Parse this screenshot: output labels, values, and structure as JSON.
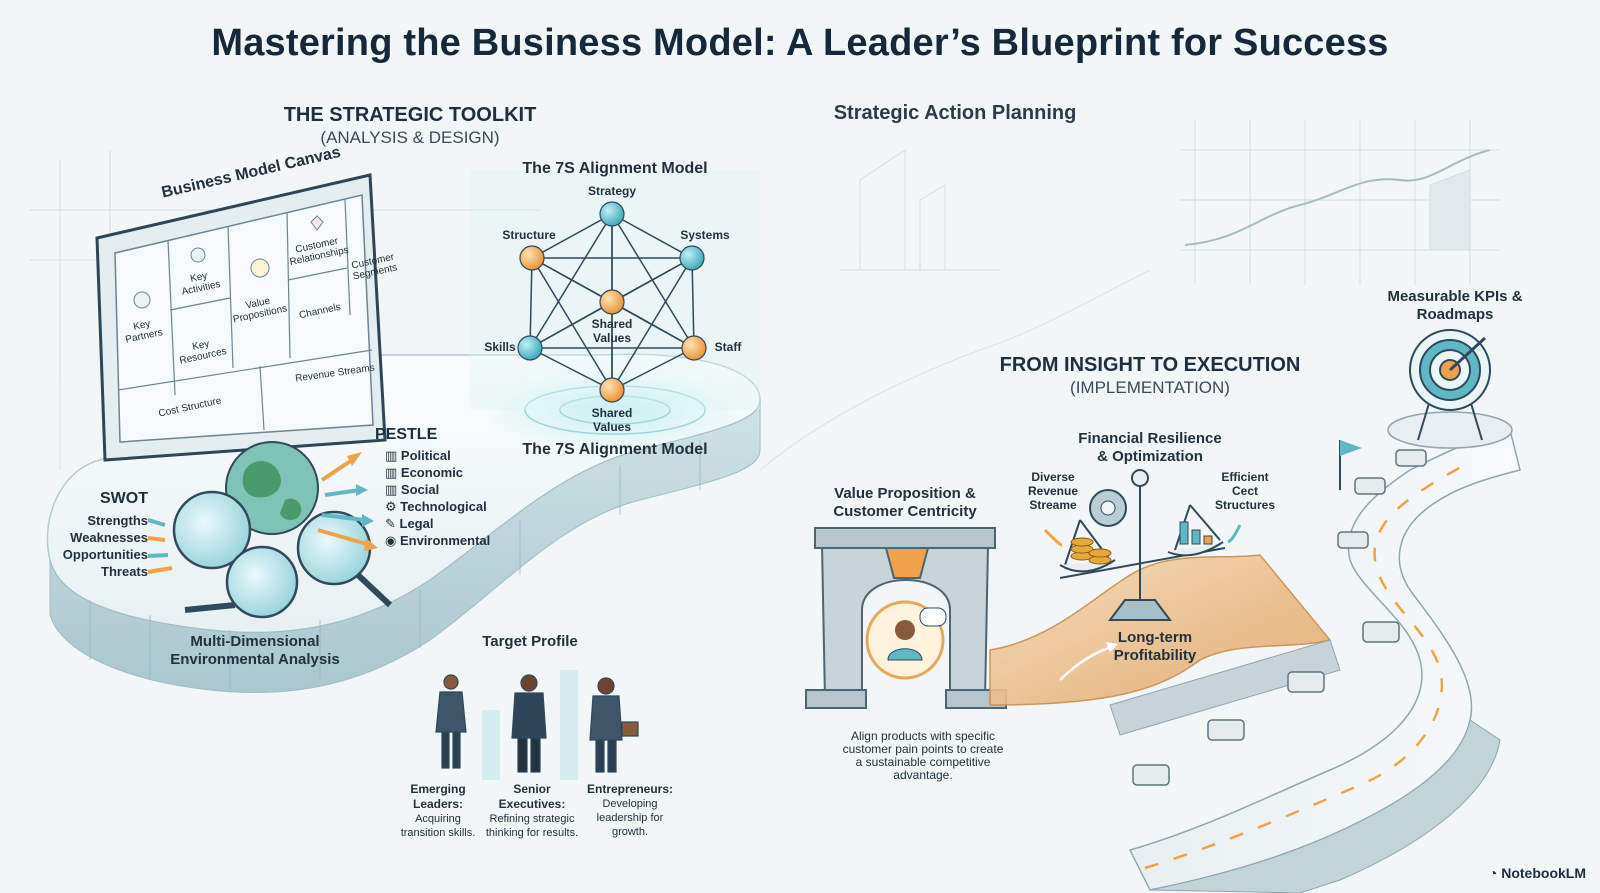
{
  "title": "Mastering the Business Model: A Leader’s Blueprint for Success",
  "toolkit": {
    "heading": "THE STRATEGIC TOOLKIT",
    "subheading": "(ANALYSIS & DESIGN)"
  },
  "canvas": {
    "title": "Business Model Canvas",
    "cells": {
      "key_partners": "Key Partners",
      "key_activities": "Key Activities",
      "key_resources": "Key Resources",
      "value_propositions": "Value Propositions",
      "customer_relationships": "Customer Relationships",
      "channels": "Channels",
      "customer_segments": "Customer Segments",
      "cost_structure": "Cost Structure",
      "revenue_streams": "Revenue Streams"
    }
  },
  "seven_s": {
    "title": "The 7S Alignment Model",
    "caption": "The 7S Alignment Model",
    "nodes": {
      "strategy": "Strategy",
      "structure": "Structure",
      "systems": "Systems",
      "skills": "Skills",
      "staff": "Staff",
      "shared_values_center": "Shared Values",
      "shared_values_bottom": "Shared Values"
    }
  },
  "pestle": {
    "title": "PESTLE",
    "items": [
      "Political",
      "Economic",
      "Social",
      "Technological",
      "Legal",
      "Environmental"
    ]
  },
  "swot": {
    "title": "SWOT",
    "items": [
      "Strengths",
      "Weaknesses",
      "Opportunities",
      "Threats"
    ]
  },
  "environmental": "Multi-Dimensional Environmental Analysis",
  "target": {
    "title": "Target Profile",
    "profiles": [
      {
        "name": "Emerging Leaders:",
        "desc": "Acquiring transition skills."
      },
      {
        "name": "Senior Executives:",
        "desc": "Refining strategic thinking for results."
      },
      {
        "name": "Entrepreneurs:",
        "desc": "Developing leadership for growth."
      }
    ]
  },
  "action_planning": "Strategic Action Planning",
  "execution": {
    "heading": "FROM INSIGHT TO EXECUTION",
    "subheading": "(IMPLEMENTATION)"
  },
  "kpis": "Measurable KPIs & Roadmaps",
  "financial": {
    "title": "Financial Resilience & Optimization",
    "left": "Diverse Revenue Streame",
    "right": "Efficient Cect Structures",
    "profit": "Long-term Profitability"
  },
  "value_prop": {
    "title": "Value Proposition & Customer Centricity",
    "desc": "Align products with specific customer pain points to create a sustainable competitive advantage."
  },
  "watermark": "NotebookLM",
  "colors": {
    "teal": "#5fb8c4",
    "orange": "#f0a24a",
    "navy": "#15293b"
  }
}
